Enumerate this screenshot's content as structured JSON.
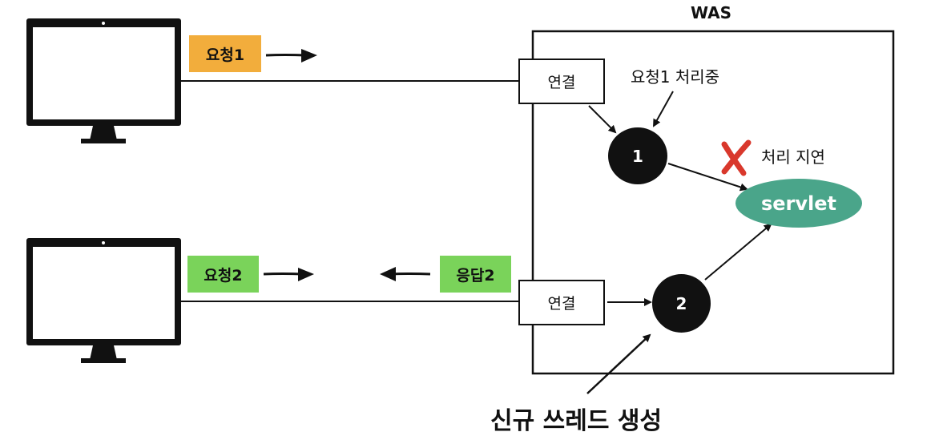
{
  "was_label": "WAS",
  "client1": {
    "request_label": "요청1",
    "request_color": "#f2ad3c"
  },
  "client2": {
    "request_label": "요청2",
    "response_label": "응답2",
    "tag_color": "#7ad35a"
  },
  "connection_label": "연결",
  "thread1": {
    "number": "1",
    "annotation": "요청1 처리중"
  },
  "thread2": {
    "number": "2"
  },
  "delay_label": "처리 지연",
  "servlet_label": "servlet",
  "new_thread_label": "신규 쓰레드 생성",
  "colors": {
    "servlet": "#4aa58a",
    "delay_mark": "#d9382c",
    "ink": "#111111"
  },
  "icons": [
    "monitor-icon",
    "x-mark-icon"
  ]
}
